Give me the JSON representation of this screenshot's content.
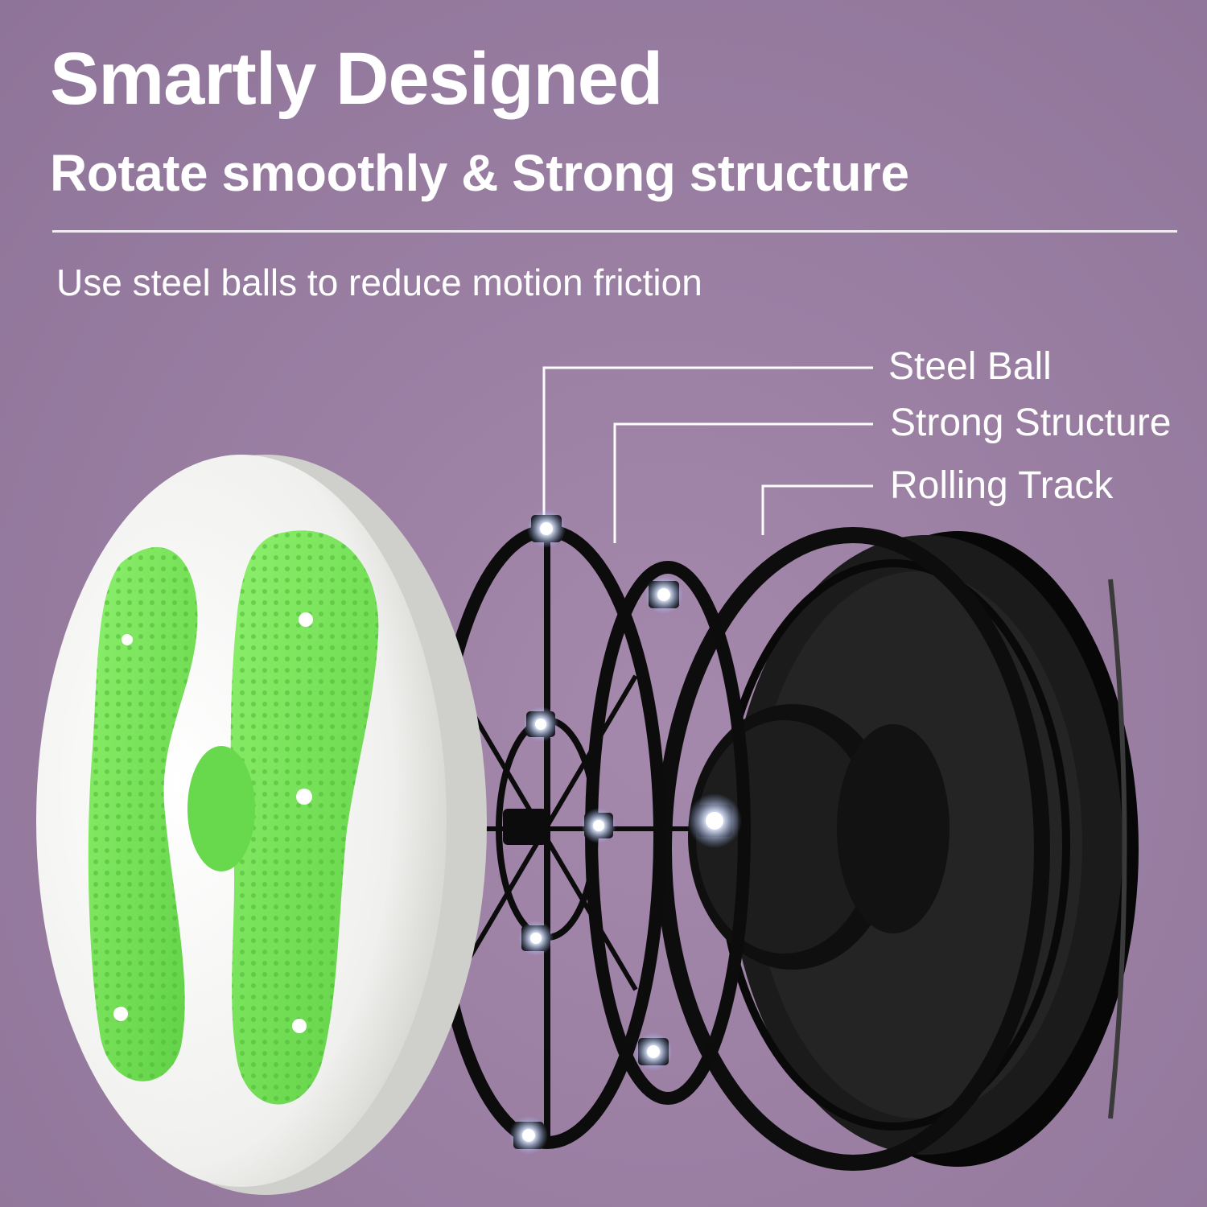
{
  "header": {
    "title": "Smartly Designed",
    "subtitle": "Rotate smoothly & Strong structure",
    "caption": "Use steel balls to reduce motion friction"
  },
  "callouts": [
    {
      "label": "Steel Ball"
    },
    {
      "label": "Strong Structure"
    },
    {
      "label": "Rolling Track"
    }
  ],
  "colors": {
    "background": "#9a7fa3",
    "text": "#ffffff",
    "disc": "#f4f4f2",
    "foot_pad": "#76e35a",
    "parts": "#141414"
  }
}
